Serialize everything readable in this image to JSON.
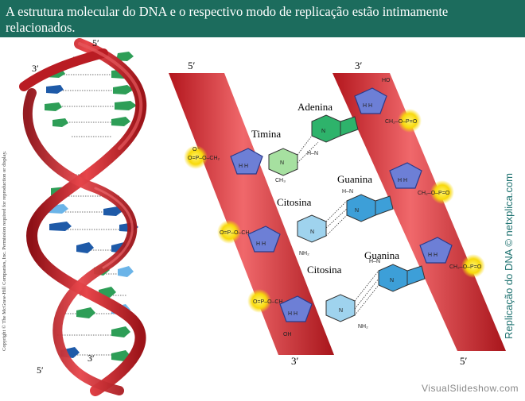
{
  "title": "A estrutura molecular do DNA e o respectivo modo de replicação estão intimamente relacionados.",
  "copyright": "Copyright © The McGraw-Hill Companies, Inc. Permission required for reproduction or display.",
  "side_credit": "Replicação do DNA © netxplica.com",
  "footer": "VisualSlideshow.com",
  "helix_labels": {
    "top_5": "5′",
    "top_3": "3′",
    "bottom_5": "5′",
    "bottom_3": "3′"
  },
  "strand_labels": {
    "left_top": "5′",
    "right_top": "3′",
    "left_bottom": "3′",
    "right_bottom": "5′"
  },
  "bases": {
    "adenina": "Adenina",
    "timina": "Timina",
    "guanina_1": "Guanina",
    "citosina_1": "Citosina",
    "guanina_2": "Guanina",
    "citosina_2": "Citosina"
  },
  "colors": {
    "title_bg": "#1c6c5d",
    "strand_red": "#c9232b",
    "sugar_blue": "#6d7fd6",
    "phosphate_yellow": "#f6d800",
    "thymine_green": "#a6e0a0",
    "adenine_green": "#2eb36b",
    "guanine_blue": "#3d9fd8",
    "cytosine_blue": "#9fd3ee"
  }
}
